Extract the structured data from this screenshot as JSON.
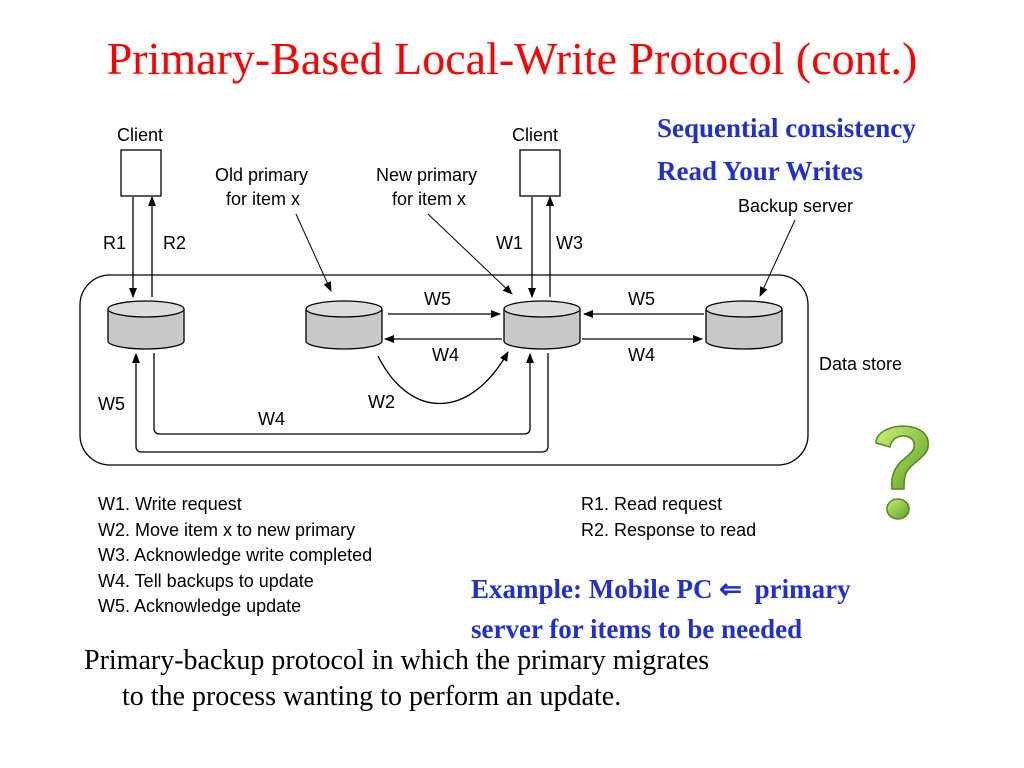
{
  "slide": {
    "title": "Primary-Based Local-Write Protocol (cont.)"
  },
  "notes": {
    "line1": "Sequential consistency",
    "line2": "Read Your Writes"
  },
  "diagram": {
    "client_left": "Client",
    "client_right": "Client",
    "old_primary_line1": "Old primary",
    "old_primary_line2": "for item x",
    "new_primary_line1": "New primary",
    "new_primary_line2": "for item x",
    "backup_server": "Backup server",
    "data_store": "Data store",
    "labels": {
      "r1": "R1",
      "r2": "R2",
      "w1": "W1",
      "w3": "W3",
      "w5_top_mid": "W5",
      "w4_mid": "W4",
      "w5_top_right": "W5",
      "w4_right": "W4",
      "w5_left": "W5",
      "w4_bottom": "W4",
      "w2": "W2"
    }
  },
  "legend_left": [
    "W1. Write request",
    "W2. Move item x to new primary",
    "W3. Acknowledge write completed",
    "W4. Tell backups to update",
    "W5. Acknowledge update"
  ],
  "legend_right": [
    "R1. Read request",
    "R2. Response to read"
  ],
  "example": {
    "line1_prefix": "Example: Mobile PC",
    "arrow_symbol": "⇐",
    "line1_suffix": "primary",
    "line2": "server for items to be needed"
  },
  "caption": {
    "line1": "Primary-backup protocol in which the primary migrates",
    "line2": "to the process wanting to perform an update."
  },
  "colors": {
    "title": "#ff0000",
    "notes": "#1f2fd0",
    "disk_fill": "#c8c8c8",
    "question_mark": "#7dc23a"
  },
  "icons": {
    "question": "question-mark-icon"
  }
}
